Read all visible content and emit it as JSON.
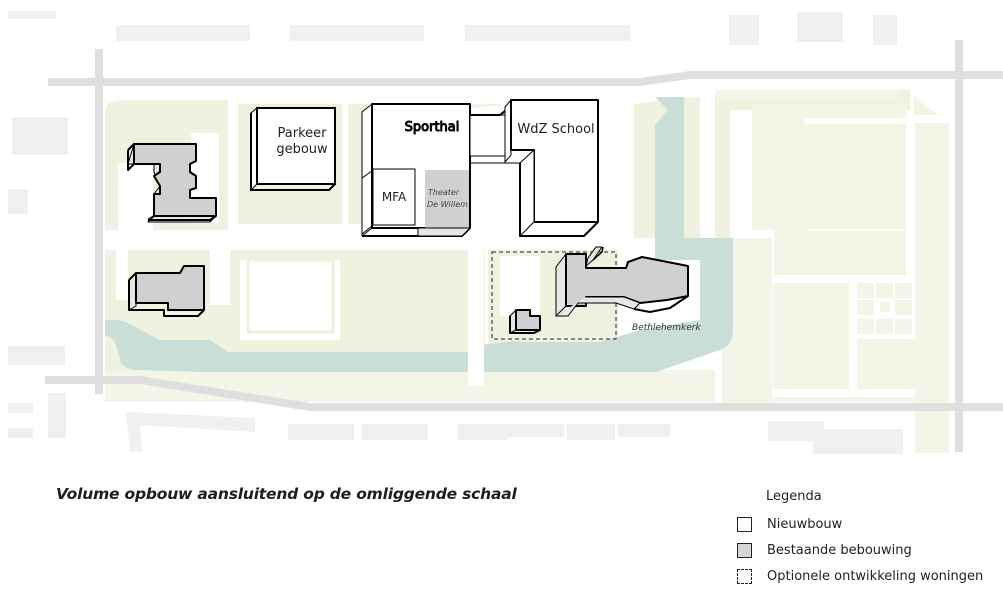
{
  "map": {
    "buildings": {
      "parkeer": "Parkeer",
      "parkeer2": "gebouw",
      "sporthal": "Sporthal",
      "school": "WdZ School",
      "mfa": "MFA",
      "theater1": "Theater",
      "theater2": "De Willem",
      "church": "Bethlehemkerk"
    },
    "colors": {
      "road": "#dfdfdf",
      "background_block": "#f0f0f0",
      "green": "#eef2df",
      "water": "#c8ded7",
      "new_building": "#ffffff",
      "existing_building": "#d0d0d0",
      "outline": "#000000"
    }
  },
  "caption": "Volume opbouw aansluitend op de omliggende schaal",
  "legend": {
    "title": "Legenda",
    "items": [
      {
        "label": "Nieuwbouw",
        "type": "new"
      },
      {
        "label": "Bestaande bebouwing",
        "type": "existing"
      },
      {
        "label": "Optionele ontwikkeling woningen",
        "type": "optional"
      }
    ]
  }
}
